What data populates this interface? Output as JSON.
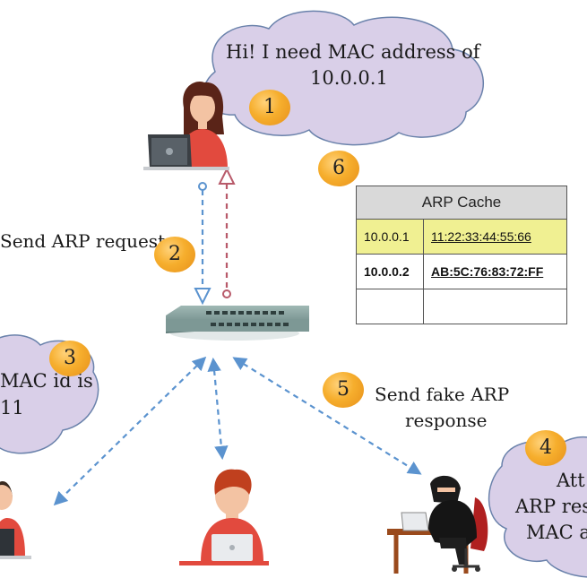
{
  "bubbles": {
    "victim_line1": "Hi! I need MAC address of",
    "victim_line2": "10.0.0.1",
    "left_line1": "MAC id is",
    "left_line2": "11",
    "attacker_line1": "Att",
    "attacker_line2": "ARP res",
    "attacker_line3": "MAC a"
  },
  "labels": {
    "send_arp_request": "Send ARP request",
    "send_fake_line1": "Send fake ARP",
    "send_fake_line2": "response"
  },
  "badges": {
    "b1": "1",
    "b2": "2",
    "b3": "3",
    "b4": "4",
    "b5": "5",
    "b6": "6"
  },
  "arp_cache": {
    "title": "ARP Cache",
    "rows": [
      {
        "ip": "10.0.0.1",
        "mac": "11:22:33:44:55:66"
      },
      {
        "ip": "10.0.0.2",
        "mac": "AB:5C:76:83:72:FF"
      },
      {
        "ip": "",
        "mac": ""
      }
    ]
  },
  "colors": {
    "bubble_fill": "#d9cfe8",
    "bubble_stroke": "#6a82ab",
    "request_arrow": "#5b93cf",
    "reply_arrow": "#b85a6a",
    "badge": "#f6ae2d",
    "highlight_row": "#f0f092"
  },
  "icons": [
    "woman-laptop-icon",
    "network-switch-icon",
    "man-laptop-icon",
    "hacker-icon",
    "person-laptop-icon"
  ]
}
